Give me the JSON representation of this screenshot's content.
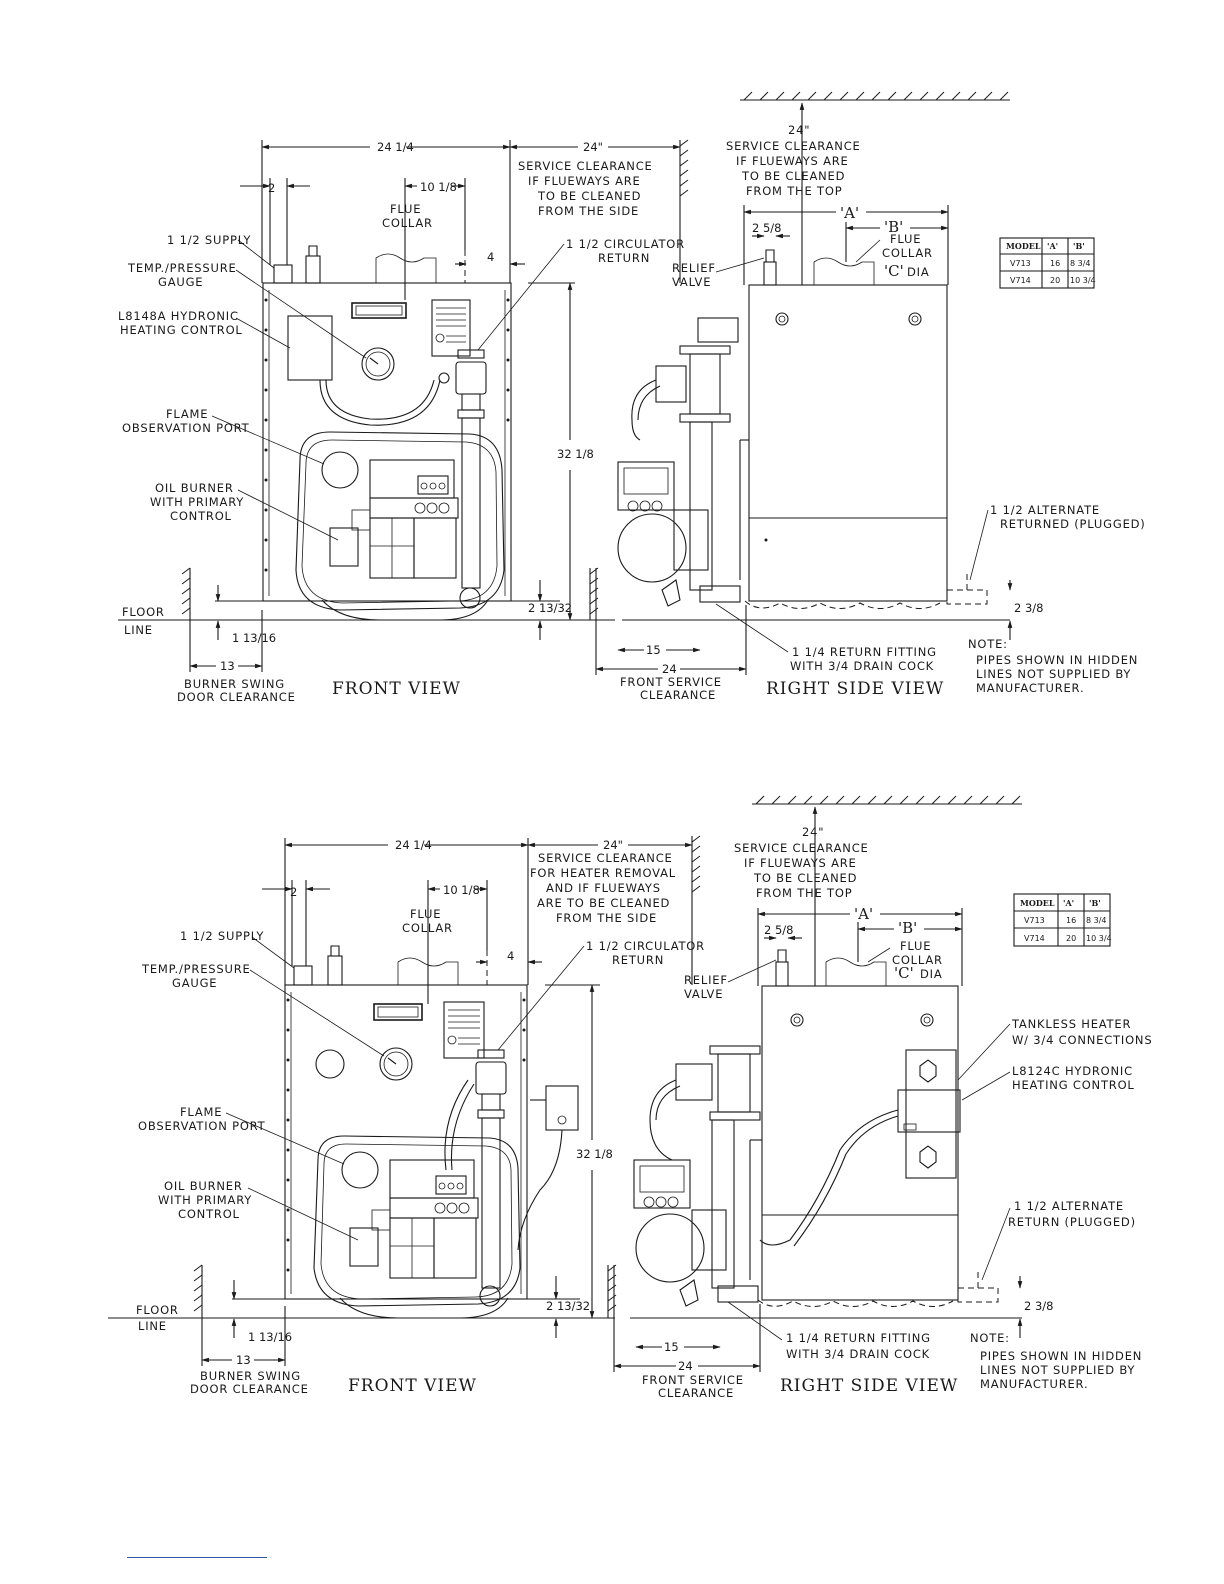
{
  "top_drawing": {
    "front_view_title": "FRONT VIEW",
    "right_view_title": "RIGHT SIDE VIEW",
    "dims": {
      "width": "24 1/4",
      "service_top": "24\"",
      "two": "2",
      "ten": "10 1/8",
      "four": "4",
      "height": "32 1/8",
      "base": "2 13/32",
      "floor_offset": "1 13/16",
      "burner_swing": "13",
      "relief_offset": "2 5/8",
      "front_service": "24",
      "fifteen": "15",
      "alt_return": "2 3/8"
    },
    "labels": {
      "service_side": [
        "SERVICE CLEARANCE",
        "IF FLUEWAYS ARE",
        "TO BE CLEANED",
        "FROM THE SIDE"
      ],
      "service_top": [
        "SERVICE CLEARANCE",
        "IF FLUEWAYS ARE",
        "TO BE CLEANED",
        "FROM THE TOP"
      ],
      "flue_collar": [
        "FLUE",
        "COLLAR"
      ],
      "supply": "1 1/2 SUPPLY",
      "gauge": [
        "TEMP./PRESSURE",
        "GAUGE"
      ],
      "control": [
        "L8148A HYDRONIC",
        "HEATING CONTROL"
      ],
      "flame": [
        "FLAME",
        "OBSERVATION PORT"
      ],
      "burner": [
        "OIL BURNER",
        "WITH PRIMARY",
        "CONTROL"
      ],
      "floor": [
        "FLOOR",
        "LINE"
      ],
      "burner_swing": [
        "BURNER SWING",
        "DOOR CLEARANCE"
      ],
      "circulator": [
        "1 1/2 CIRCULATOR",
        "RETURN"
      ],
      "relief": [
        "RELIEF",
        "VALVE"
      ],
      "dim_a": "'A'",
      "dim_b": "'B'",
      "dim_c": "'C'",
      "dia": "DIA",
      "flue_collar_right": [
        "FLUE",
        "COLLAR"
      ],
      "alt_return": [
        "1 1/2 ALTERNATE",
        "RETURNED (PLUGGED)"
      ],
      "return_fitting": [
        "1 1/4 RETURN FITTING",
        "WITH 3/4 DRAIN COCK"
      ],
      "front_service": [
        "FRONT SERVICE",
        "CLEARANCE"
      ],
      "note": [
        "NOTE:",
        "PIPES SHOWN IN HIDDEN",
        "LINES NOT SUPPLIED BY",
        "MANUFACTURER."
      ]
    },
    "table": {
      "headers": [
        "MODEL",
        "'A'",
        "'B'"
      ],
      "rows": [
        [
          "V713",
          "16",
          "8 3/4"
        ],
        [
          "V714",
          "20",
          "10 3/4"
        ]
      ]
    }
  },
  "bottom_drawing": {
    "front_view_title": "FRONT VIEW",
    "right_view_title": "RIGHT SIDE VIEW",
    "dims": {
      "width": "24 1/4",
      "service_top": "24\"",
      "two": "2",
      "ten": "10 1/8",
      "four": "4",
      "height": "32 1/8",
      "base": "2 13/32",
      "floor_offset": "1 13/16",
      "burner_swing": "13",
      "relief_offset": "2 5/8",
      "front_service": "24",
      "fifteen": "15",
      "alt_return": "2 3/8"
    },
    "labels": {
      "service_side": [
        "SERVICE CLEARANCE",
        "FOR HEATER REMOVAL",
        "AND IF FLUEWAYS",
        "ARE TO BE CLEANED",
        "FROM THE SIDE"
      ],
      "service_top": [
        "SERVICE CLEARANCE",
        "IF FLUEWAYS ARE",
        "TO BE CLEANED",
        "FROM THE TOP"
      ],
      "flue_collar": [
        "FLUE",
        "COLLAR"
      ],
      "supply": "1 1/2 SUPPLY",
      "gauge": [
        "TEMP./PRESSURE",
        "GAUGE"
      ],
      "flame": [
        "FLAME",
        "OBSERVATION PORT"
      ],
      "burner": [
        "OIL BURNER",
        "WITH PRIMARY",
        "CONTROL"
      ],
      "floor": [
        "FLOOR",
        "LINE"
      ],
      "burner_swing": [
        "BURNER SWING",
        "DOOR CLEARANCE"
      ],
      "circulator": [
        "1 1/2 CIRCULATOR",
        "RETURN"
      ],
      "relief": [
        "RELIEF",
        "VALVE"
      ],
      "dim_a": "'A'",
      "dim_b": "'B'",
      "dim_c": "'C'",
      "dia": "DIA",
      "flue_collar_right": [
        "FLUE",
        "COLLAR"
      ],
      "tankless": [
        "TANKLESS HEATER",
        "W/ 3/4 CONNECTIONS"
      ],
      "control_right": [
        "L8124C HYDRONIC",
        "HEATING CONTROL"
      ],
      "alt_return": [
        "1 1/2 ALTERNATE",
        "RETURN (PLUGGED)"
      ],
      "return_fitting": [
        "1 1/4 RETURN FITTING",
        "WITH 3/4 DRAIN COCK"
      ],
      "front_service": [
        "FRONT SERVICE",
        "CLEARANCE"
      ],
      "note": [
        "NOTE:",
        "PIPES SHOWN IN HIDDEN",
        "LINES NOT SUPPLIED BY",
        "MANUFACTURER."
      ]
    },
    "table": {
      "headers": [
        "MODEL",
        "'A'",
        "'B'"
      ],
      "rows": [
        [
          "V713",
          "16",
          "8 3/4"
        ],
        [
          "V714",
          "20",
          "10 3/4"
        ]
      ]
    }
  }
}
